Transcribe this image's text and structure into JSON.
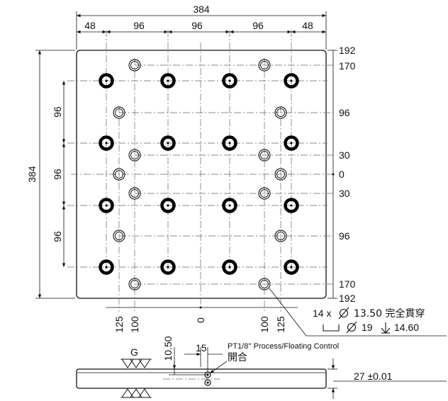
{
  "drawing": {
    "top_view": {
      "overall_width": "384",
      "overall_height": "384",
      "pitch_dims_top": [
        "48",
        "96",
        "96",
        "96",
        "48"
      ],
      "pitch_dims_left": [
        "96",
        "96",
        "96"
      ],
      "right_dims": [
        "192",
        "170",
        "96",
        "30",
        "0",
        "30",
        "96",
        "170",
        "192"
      ],
      "bottom_dims": [
        "125",
        "100",
        "0",
        "100",
        "125"
      ]
    },
    "callout": {
      "line1_prefix": "14 x",
      "line1_value": "13.50 完全貫穿",
      "line2_value": "19",
      "line2_depth": "14.60"
    },
    "side_view": {
      "symbol": "G",
      "dim_height": "10.50",
      "dim_offset": "15",
      "port_note": "PT1/8'' Process/Floating Control",
      "port_note2": "開合",
      "thickness": "27 ±0.01"
    }
  }
}
